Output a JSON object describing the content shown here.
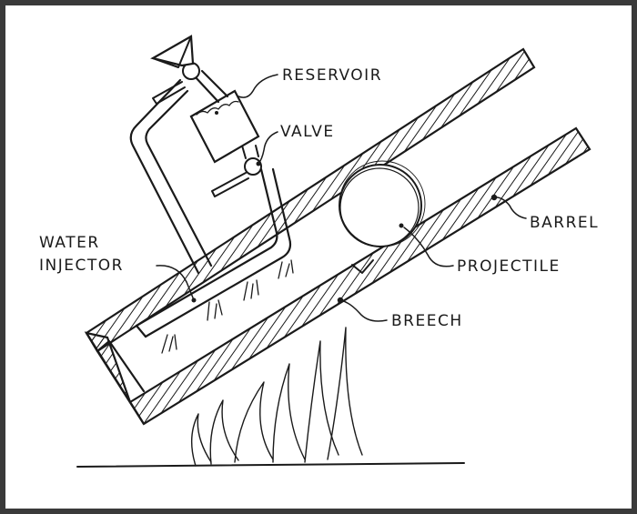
{
  "labels": {
    "reservoir": "RESERVOIR",
    "valve": "VALVE",
    "water_line1": "WATER",
    "water_line2": "INJECTOR",
    "barrel": "BARREL",
    "projectile": "PROJECTILE",
    "breech": "BREECH"
  }
}
